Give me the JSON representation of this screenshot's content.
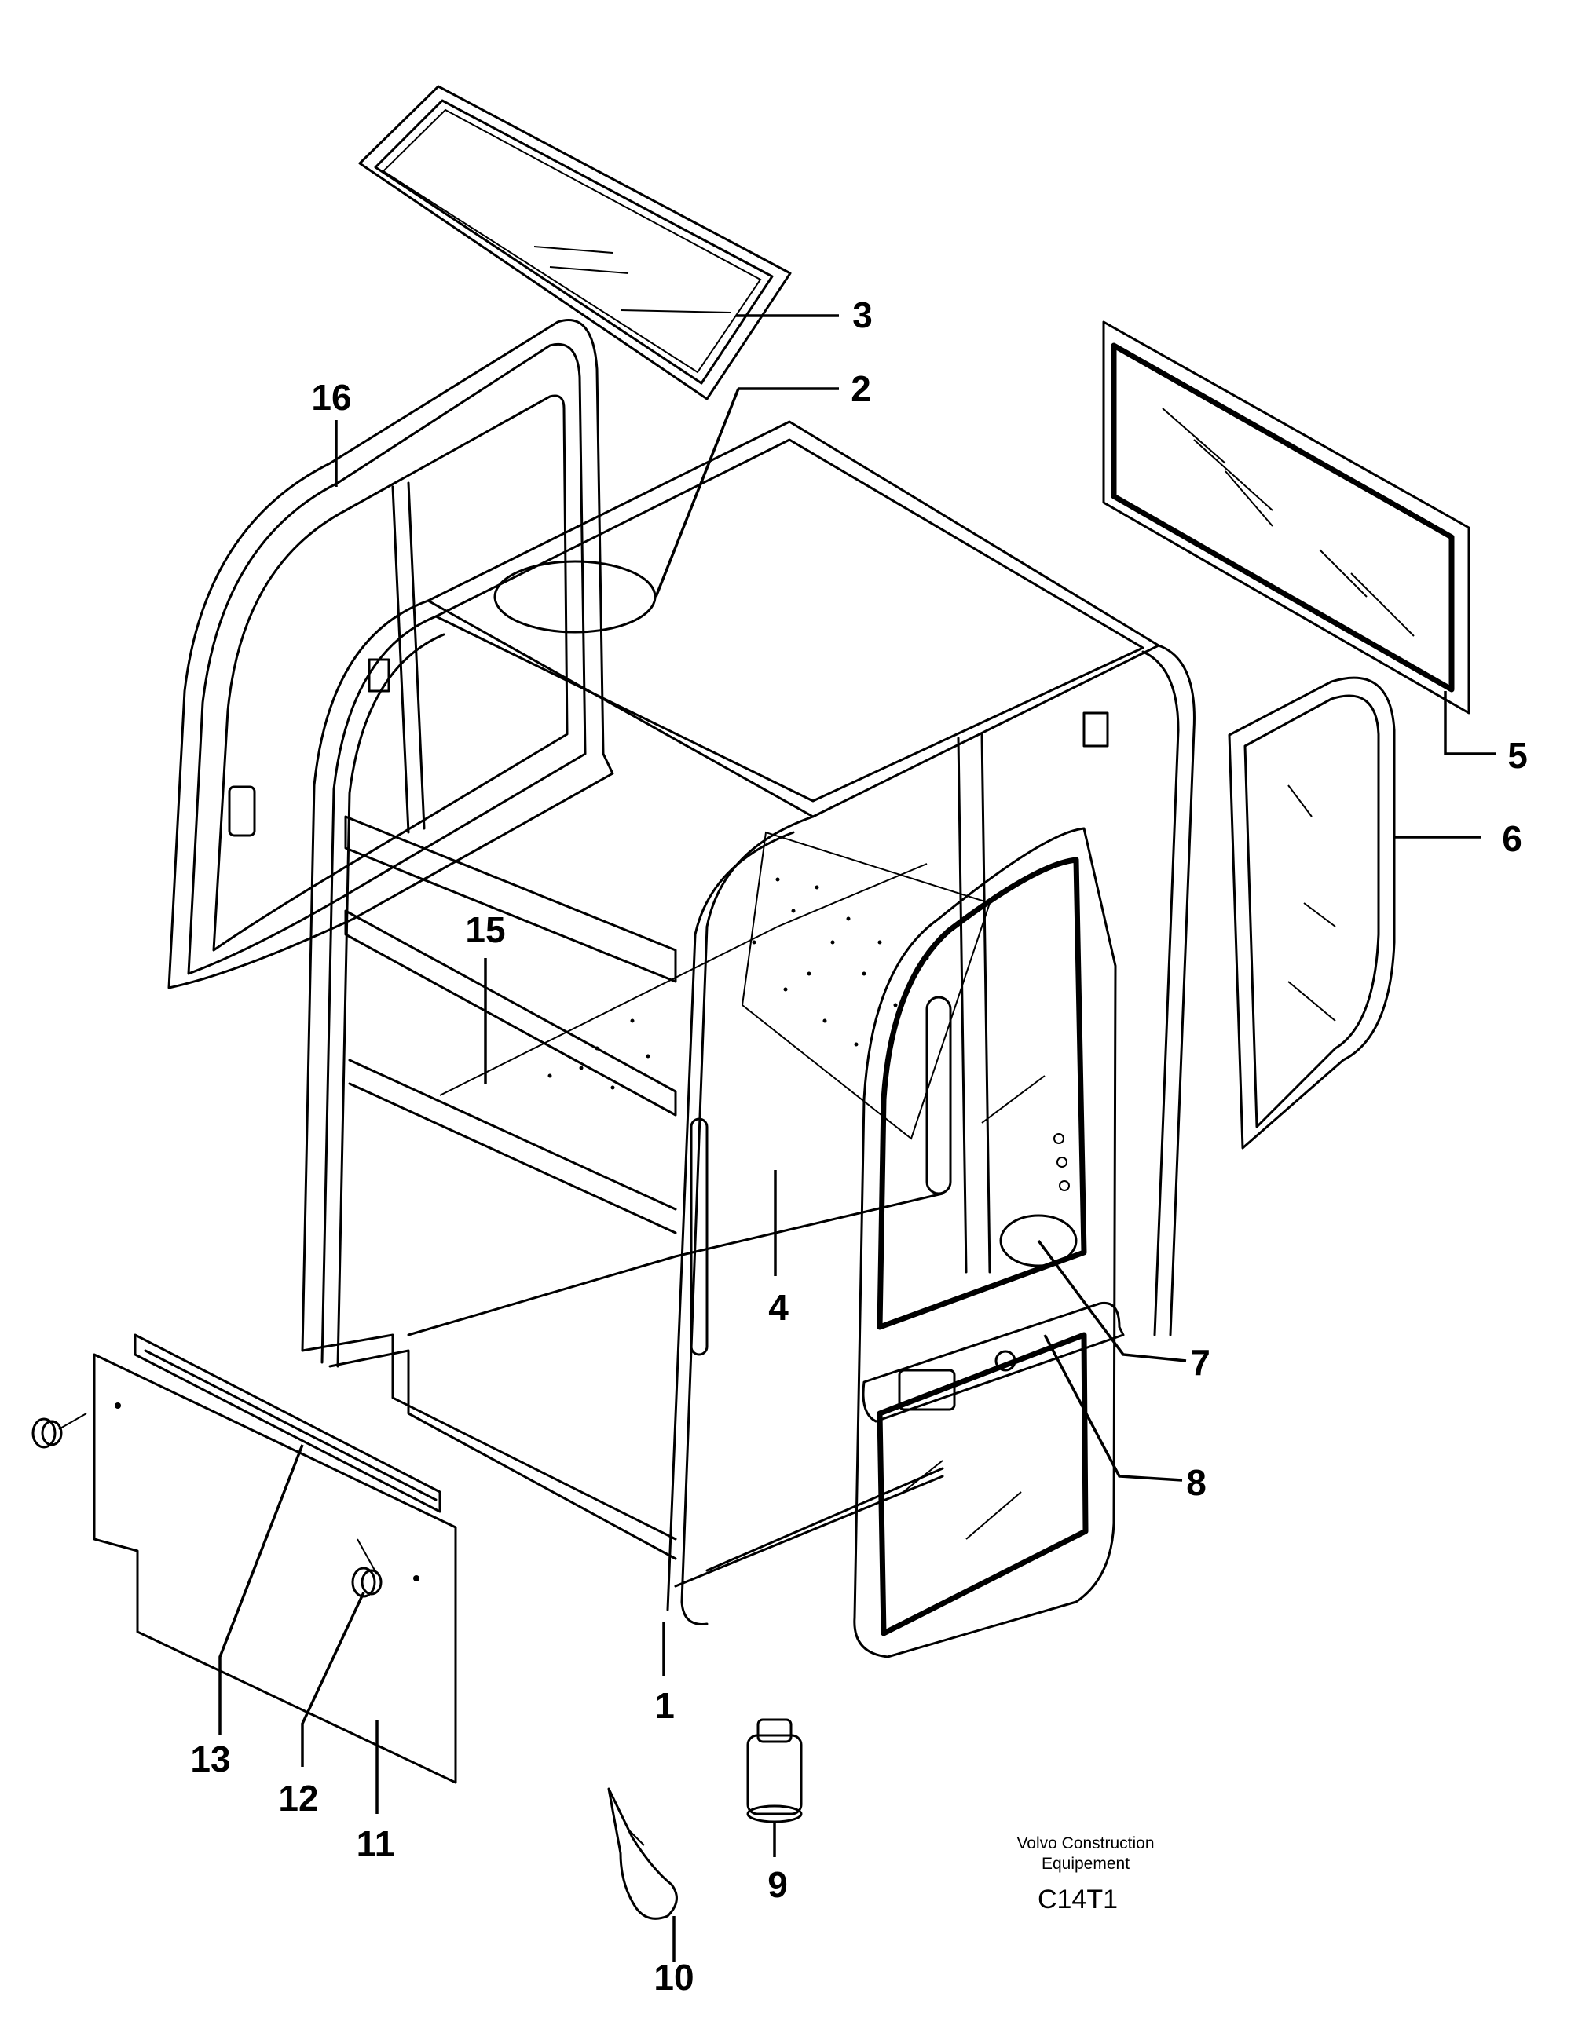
{
  "diagram": {
    "callouts": [
      "1",
      "2",
      "3",
      "4",
      "5",
      "6",
      "7",
      "8",
      "9",
      "10",
      "11",
      "12",
      "13",
      "15",
      "16"
    ],
    "credit": {
      "line1": "Volvo Construction",
      "line2": "Equipement",
      "code": "C14T1"
    }
  }
}
